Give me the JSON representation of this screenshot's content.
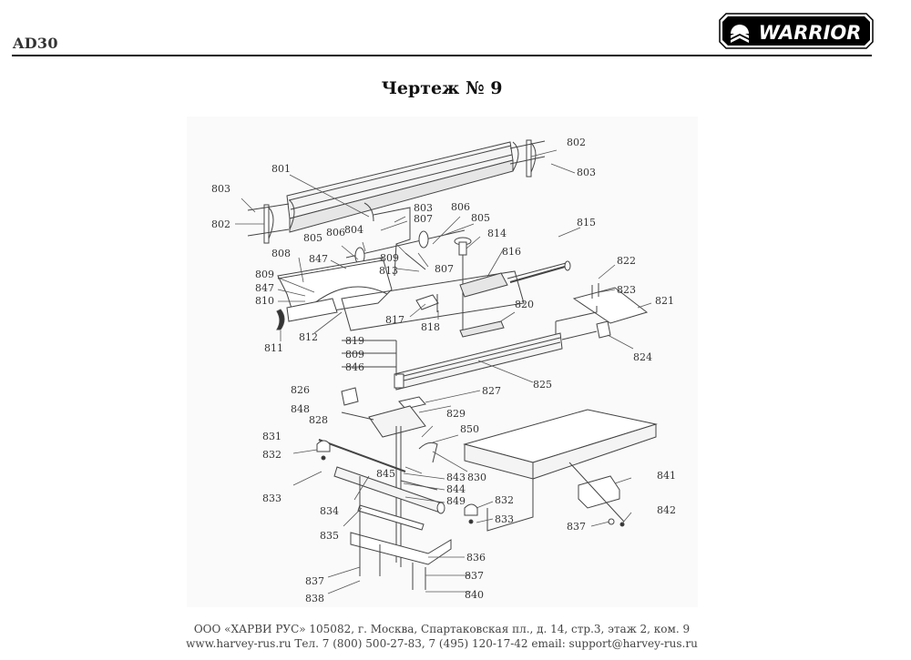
{
  "header": {
    "model_code": "AD30",
    "brand_logo_text": "WARRIOR"
  },
  "page_title": "Чертеж № 9",
  "drawing": {
    "description_icon": "exploded-parts-diagram",
    "labels": {
      "p801": "801",
      "p802a": "802",
      "p802b": "802",
      "p803a": "803",
      "p803b": "803",
      "p803c": "803",
      "p804": "804",
      "p805a": "805",
      "p805b": "805",
      "p806a": "806",
      "p806b": "806",
      "p807a": "807",
      "p807b": "807",
      "p808": "808",
      "p809a": "809",
      "p809b": "809",
      "p809c": "809",
      "p810": "810",
      "p811": "811",
      "p812": "812",
      "p813": "813",
      "p814": "814",
      "p815": "815",
      "p816": "816",
      "p817": "817",
      "p818": "818",
      "p819": "819",
      "p820": "820",
      "p821": "821",
      "p822": "822",
      "p823": "823",
      "p824": "824",
      "p825": "825",
      "p826": "826",
      "p827": "827",
      "p828": "828",
      "p829": "829",
      "p830": "830",
      "p831": "831",
      "p832a": "832",
      "p832b": "832",
      "p833a": "833",
      "p833b": "833",
      "p834": "834",
      "p835": "835",
      "p836": "836",
      "p837a": "837",
      "p837b": "837",
      "p837c": "837",
      "p838": "838",
      "p840": "840",
      "p841": "841",
      "p842": "842",
      "p843": "843",
      "p844": "844",
      "p845": "845",
      "p846": "846",
      "p847a": "847",
      "p847b": "847",
      "p848": "848",
      "p849": "849",
      "p850": "850"
    }
  },
  "footer": {
    "line1": "ООО «ХАРВИ РУС» 105082, г. Москва, Спартаковская пл., д. 14, стр.3, этаж 2, ком. 9",
    "line2": "www.harvey-rus.ru Тел. 7 (800) 500-27-83, 7 (495) 120-17-42 email: support@harvey-rus.ru"
  }
}
